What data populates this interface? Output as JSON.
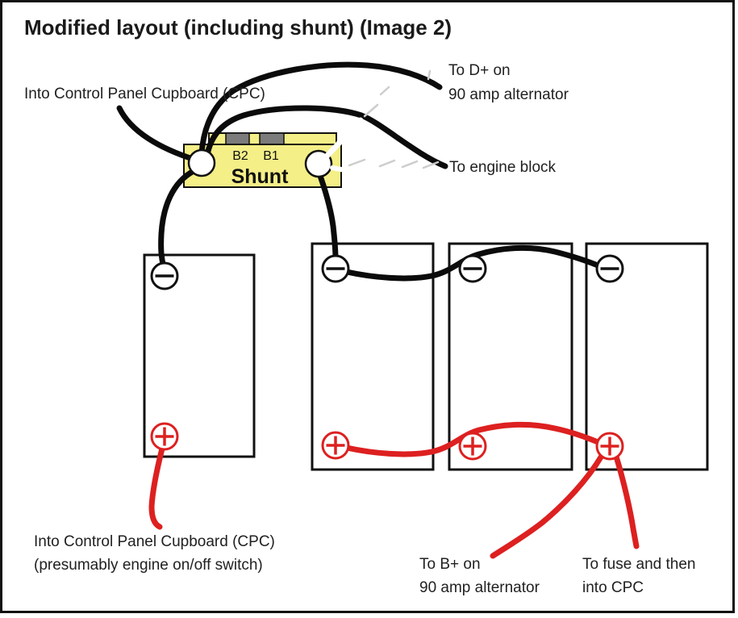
{
  "title": "Modified layout (including shunt) (Image 2)",
  "colors": {
    "wire_black": "#0b0b0b",
    "wire_red": "#dd2020",
    "shunt_fill": "#f4ef87",
    "shunt_block_gray": "#7b7b7b",
    "outline": "#111111",
    "artifact_gray": "#cdcdcd",
    "artifact_white": "#ffffff"
  },
  "shunt": {
    "name": "Shunt",
    "port_left": "B2",
    "port_right": "B1"
  },
  "batteries": [
    {
      "negative_sign": "−",
      "positive_sign": "+"
    },
    {
      "negative_sign": "−",
      "positive_sign": "+"
    },
    {
      "negative_sign": "−",
      "positive_sign": "+"
    },
    {
      "negative_sign": "−",
      "positive_sign": "+"
    }
  ],
  "annotations": {
    "cpc_top": "Into Control Panel Cupboard (CPC)",
    "dplus_line1": "To D+ on",
    "dplus_line2": "90 amp alternator",
    "engine_block": "To engine block",
    "cpc_bottom_line1": "Into Control Panel Cupboard (CPC)",
    "cpc_bottom_line2": "(presumably engine on/off switch)",
    "bplus_line1": "To B+ on",
    "bplus_line2": "90 amp alternator",
    "fuse_line1": "To fuse and then",
    "fuse_line2": "into CPC"
  }
}
